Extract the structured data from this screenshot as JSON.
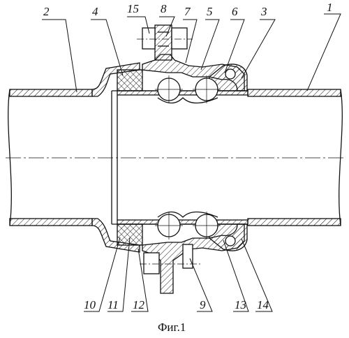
{
  "figure": {
    "caption": "Фиг.1",
    "labels_top": [
      "2",
      "4",
      "15",
      "8",
      "7",
      "5",
      "6",
      "3",
      "1"
    ],
    "labels_bottom": [
      "10",
      "11",
      "12",
      "9",
      "13",
      "14"
    ]
  },
  "style": {
    "line_color": "#111111",
    "background": "#ffffff"
  }
}
